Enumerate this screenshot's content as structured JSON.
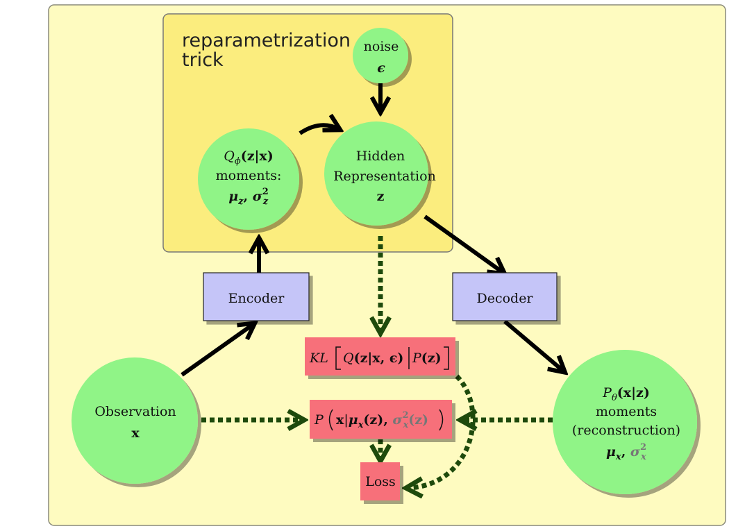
{
  "colors": {
    "outer_fill": "#fefbc0",
    "trick_fill": "#fbed7e",
    "circle_fill": "#90f487",
    "box_fill": "#c5c5f8",
    "red_box_fill": "#f7707a",
    "solid_arrow": "#000000",
    "dotted_arrow": "#1e4a0c",
    "gray_math": "#777777"
  },
  "trick_box": {
    "title_line1": "reparametrization",
    "title_line2": "trick"
  },
  "nodes": {
    "noise": {
      "line1": "noise",
      "symbol": "ϵ"
    },
    "q_moments": {
      "line1_q": "Q",
      "line1_sub": "ϕ",
      "line1_rest": "(z|x)",
      "line2": "moments:",
      "line3_mu": "μ",
      "line3_mu_sub": "z",
      "line3_sep": ", ",
      "line3_sigma": "σ",
      "line3_sigma_sub": "z",
      "line3_sigma_sup": "2"
    },
    "hidden": {
      "line1": "Hidden",
      "line2": "Representation",
      "line3": "z"
    },
    "encoder": {
      "label": "Encoder"
    },
    "decoder": {
      "label": "Decoder"
    },
    "observation": {
      "line1": "Observation",
      "line2": "x"
    },
    "p_moments": {
      "line1_p": "P",
      "line1_sub": "θ",
      "line1_rest": "(x|z)",
      "line2": "moments",
      "line3": "(reconstruction)",
      "line4_mu": "μ",
      "line4_mu_sub": "x",
      "line4_sep": ", ",
      "line4_sigma": "σ",
      "line4_sigma_sub": "x",
      "line4_sigma_sup": "2"
    },
    "kl": {
      "kl": "KL",
      "q": "Q",
      "q_args": "(z|x, ϵ)",
      "p": "P",
      "p_args": "(z)"
    },
    "likelihood": {
      "p": "P",
      "x": "x",
      "bar": "|",
      "mu": "μ",
      "mu_sub": "x",
      "mu_arg": "(z), ",
      "sigma": "σ",
      "sigma_sub": "x",
      "sigma_sup": "2",
      "sigma_arg": "(z)"
    },
    "loss": {
      "label": "Loss"
    }
  }
}
